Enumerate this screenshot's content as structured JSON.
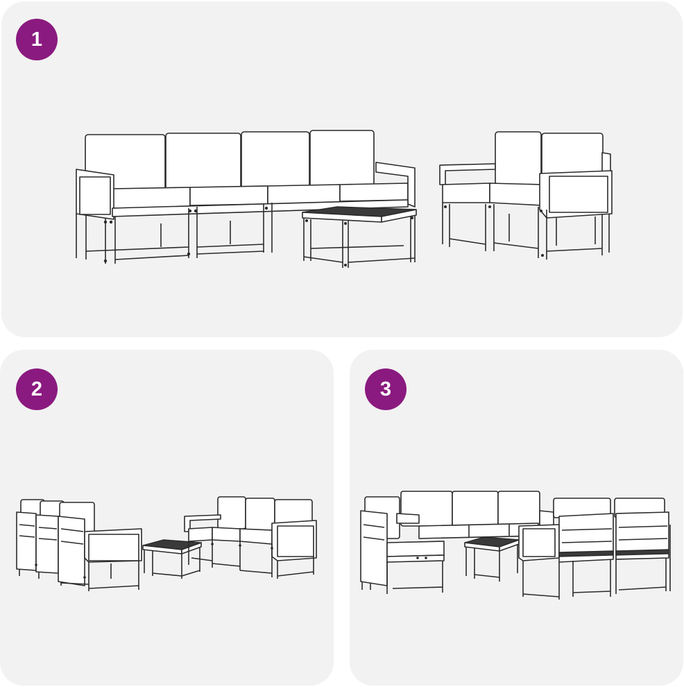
{
  "panels": [
    {
      "number": "1",
      "content": "furniture-illustration-linear"
    },
    {
      "number": "2",
      "content": "furniture-illustration-split"
    },
    {
      "number": "3",
      "content": "furniture-illustration-facing"
    }
  ],
  "colors": {
    "badge": "#8a1a7f",
    "panel": "#f2f2f2",
    "line": "#2a2a2a"
  }
}
